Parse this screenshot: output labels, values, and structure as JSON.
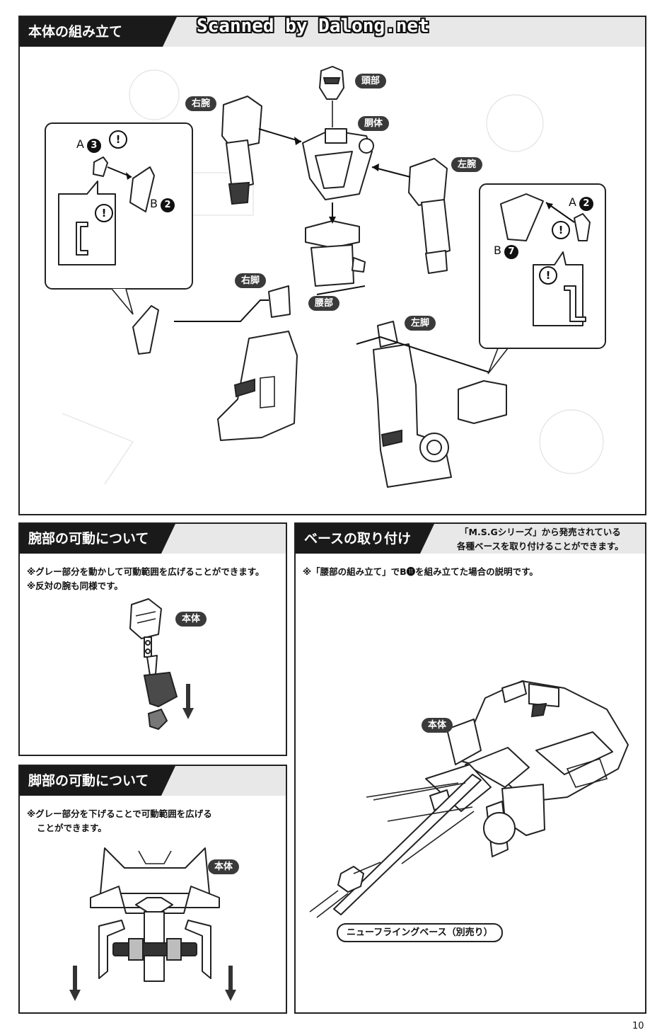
{
  "watermark": "Scanned by Dalong.net",
  "page_number": "10",
  "assembly": {
    "title": "本体の組み立て",
    "labels": {
      "head": "頭部",
      "torso": "胴体",
      "right_arm": "右腕",
      "left_arm": "左腕",
      "right_leg": "右脚",
      "left_leg": "左脚",
      "waist": "腰部"
    },
    "left_callout": {
      "part_a": "A",
      "part_a_num": "3",
      "part_b": "B",
      "part_b_num": "2"
    },
    "right_callout": {
      "part_a": "A",
      "part_a_num": "2",
      "part_b": "B",
      "part_b_num": "7"
    },
    "warning_symbol": "!"
  },
  "arm_section": {
    "title": "腕部の可動について",
    "note1": "※グレー部分を動かして可動範囲を広げることができます。",
    "note2": "※反対の腕も同様です。",
    "body_label": "本体"
  },
  "leg_section": {
    "title": "脚部の可動について",
    "note1": "※グレー部分を下げることで可動範囲を広げる",
    "note2": "ことができます。",
    "body_label": "本体"
  },
  "base_section": {
    "title": "ベースの取り付け",
    "side_note1": "「M.S.Gシリーズ」から発売されている",
    "side_note2": "各種ベースを取り付けることができます。",
    "note": "※「腰部の組み立て」でB⓫を組み立てた場合の説明です。",
    "body_label": "本体",
    "base_label": "ニューフライングベース（別売り）"
  }
}
